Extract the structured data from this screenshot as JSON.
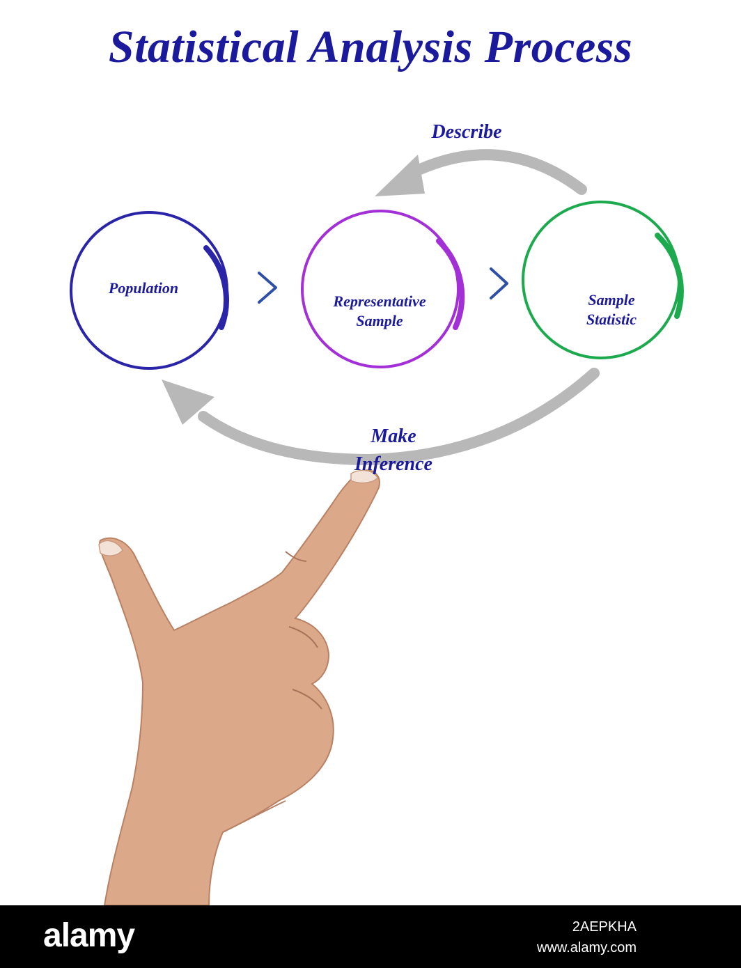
{
  "title": "Statistical Analysis Process",
  "nodes": [
    {
      "label": "Population",
      "color": "#2a24a8"
    },
    {
      "label": "Representative\nSample",
      "color": "#a32fd6"
    },
    {
      "label": "Sample\nStatistic",
      "color": "#1daa4e"
    }
  ],
  "edges": {
    "describe": "Describe",
    "make_inference": "Make\nInference"
  },
  "colors": {
    "text": "#1c1a9c",
    "arrow": "#b8b8b8",
    "chevron": "#2f4fa6"
  },
  "watermark": {
    "logo": "alamy",
    "image_id": "2AEPKHA",
    "url": "www.alamy.com"
  }
}
